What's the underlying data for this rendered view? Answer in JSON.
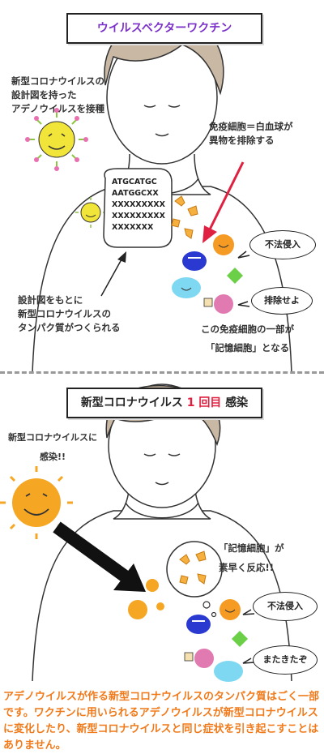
{
  "panel1": {
    "title": "ウイルスベクターワクチン",
    "note_left": [
      "新型コロナウイルスの",
      "設計図を持った",
      "アデノウイルスを接種"
    ],
    "note_right": [
      "免疫細胞＝白血球が",
      "異物を排除する"
    ],
    "dna_lines": [
      "ATGCATGC",
      "AATGGCXX",
      "XXXXXXXXX",
      "XXXXXXXXX",
      "XXXXXXX"
    ],
    "note_bottom_left": [
      "設計図をもとに",
      "新型コロナウイルスの",
      "タンパク質がつくられる"
    ],
    "bubble_1": "不法侵入",
    "bubble_2": "排除せよ",
    "note_bottom_right": [
      "この免疫細胞の一部が",
      "「記憶細胞」となる"
    ]
  },
  "panel2": {
    "title_main": "新型コロナウイルス",
    "title_count": "1",
    "title_highlight": "回目",
    "title_end": "感染",
    "note_left": [
      "新型コロナウイルスに",
      "感染!!"
    ],
    "note_right": [
      "「記憶細胞」が",
      "素早く反応!!"
    ],
    "bubble_1": "不法侵入",
    "bubble_2": "またきたぞ"
  },
  "footer_text": "アデノウイルスが作る新型コロナウイルスのタンパク質はごく一部です。ワクチンに用いられるアデノウイルスが新型コロナウイルスに変化したり、新型コロナウイルスと同じ症状を引き起こすことはありません。",
  "colors": {
    "title_purple": "#7b2fc9",
    "accent_red": "#e02040",
    "footer_orange": "#f07a1a",
    "virus_orange": "#f5a623"
  }
}
